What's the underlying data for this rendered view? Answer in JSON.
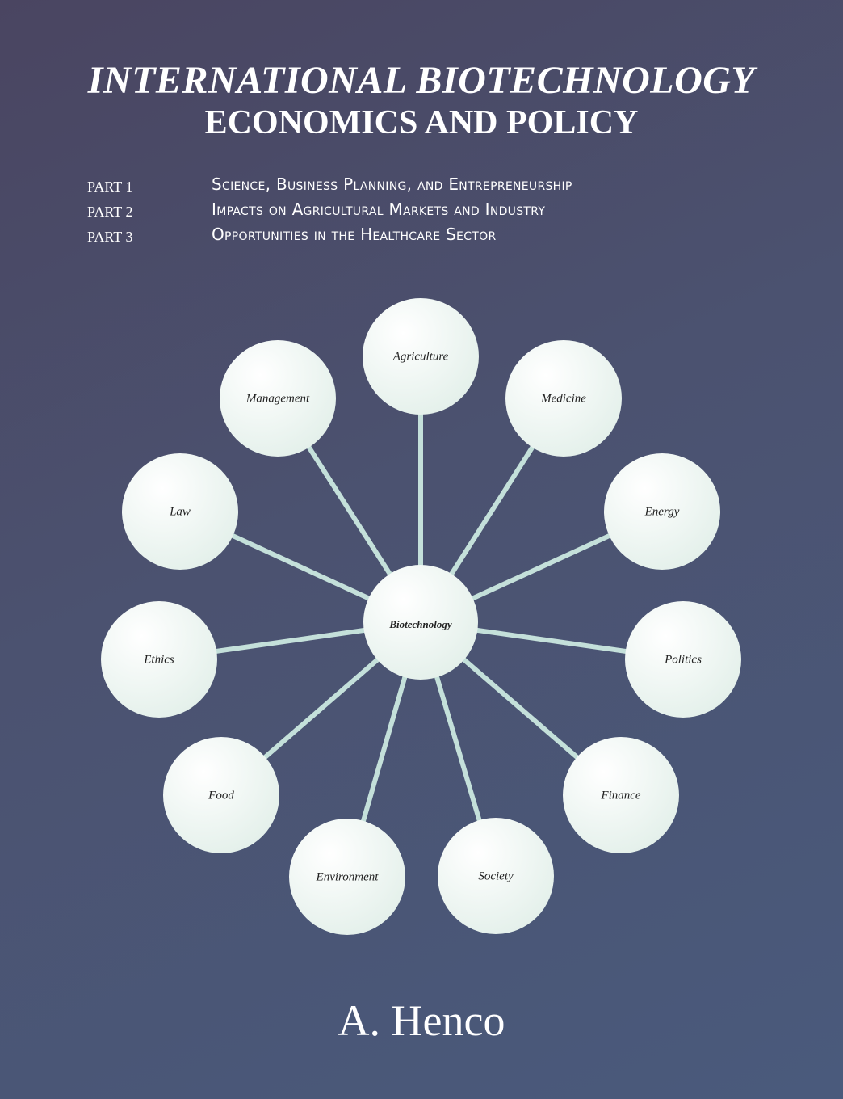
{
  "title": {
    "line1": "INTERNATIONAL BIOTECHNOLOGY",
    "line2": "ECONOMICS AND POLICY"
  },
  "parts": [
    {
      "label": "PART 1",
      "text": "Science, Business Planning, and Entrepreneurship"
    },
    {
      "label": "PART 2",
      "text": "Impacts on Agricultural Markets and Industry"
    },
    {
      "label": "PART 3",
      "text": "Opportunities in the Healthcare Sector"
    }
  ],
  "diagram": {
    "center": "Biotechnology",
    "nodes": [
      "Agriculture",
      "Medicine",
      "Energy",
      "Politics",
      "Finance",
      "Society",
      "Environment",
      "Food",
      "Ethics",
      "Law",
      "Management"
    ]
  },
  "author": "A. Henco",
  "colors": {
    "node_fill": "#eef5f1",
    "spoke": "#c4e0da"
  }
}
